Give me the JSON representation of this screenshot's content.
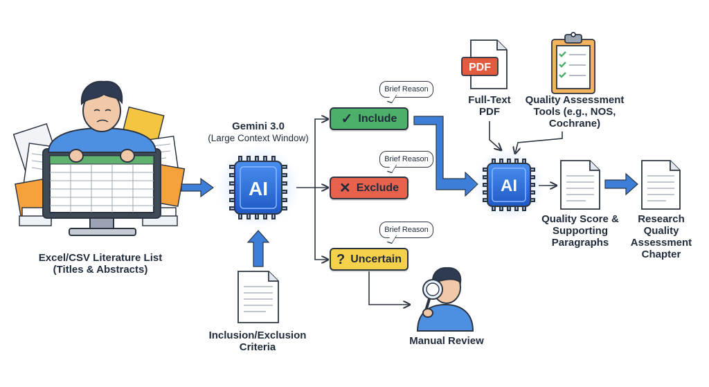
{
  "labels": {
    "literature_list": "Excel/CSV Literature List\n(Titles & Abstracts)",
    "model_name": "Gemini 3.0",
    "model_context": "(Large Context Window)",
    "criteria": "Inclusion/Exclusion\nCriteria",
    "full_text_pdf": "Full-Text\nPDF",
    "quality_tools": "Quality Assessment\nTools (e.g., NOS,\nCochrane)",
    "quality_score": "Quality Score &\nSupporting\nParagraphs",
    "chapter": "Research\nQuality\nAssessment\nChapter",
    "manual_review": "Manual Review"
  },
  "chip_text": "AI",
  "pdf_badge": "PDF",
  "decisions": [
    {
      "label": "Include",
      "glyph": "✓",
      "color": "#4caf6a",
      "reason": "Brief Reason"
    },
    {
      "label": "Exclude",
      "glyph": "✕",
      "color": "#e8614d",
      "reason": "Brief Reason"
    },
    {
      "label": "Uncertain",
      "glyph": "?",
      "color": "#f5d04a",
      "reason": "Brief Reason"
    }
  ],
  "colors": {
    "arrow_blue": "#3d7fd8",
    "chip_blue": "#2f6fd6",
    "chip_glow": "#bcd8ff",
    "pdf_red": "#e25b3f",
    "person_shirt": "#4d8fe0"
  }
}
